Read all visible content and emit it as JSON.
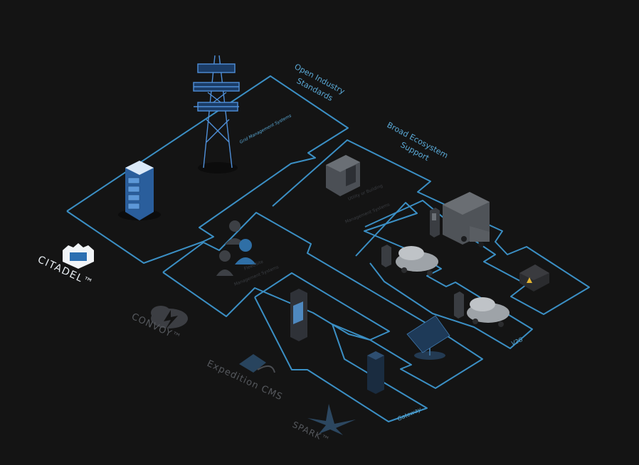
{
  "labels": {
    "open_standards_1": "Open Industry",
    "open_standards_2": "Standards",
    "broad_ecosystem_1": "Broad Ecosystem",
    "broad_ecosystem_2": "Support",
    "grid_mgmt": "Grid Management Systems",
    "utility_1": "Utility or Building",
    "utility_2": "Management Systems",
    "fleet_1": "Fleet/Site",
    "fleet_2": "Management Systems",
    "v2g": "V2G",
    "gateway": "Gateway"
  },
  "brands": {
    "citadel": "CITADEL™",
    "convoy": "CONVOY™",
    "expedition": "Expedition CMS",
    "spark": "SPARK™"
  },
  "colors": {
    "background": "#141414",
    "accent": "#3b8fc4",
    "text_blue": "#5aa9d6",
    "dim": "#3a3d42"
  },
  "icons": [
    "transmission-tower-icon",
    "server-rack-icon",
    "citadel-shield-icon",
    "utility-cabinet-icon",
    "people-icon",
    "ev-charger-icon",
    "truck-icon",
    "car-icon",
    "battery-icon",
    "solar-panel-icon",
    "charging-pillar-icon",
    "gateway-cabinet-icon",
    "cloud-bolt-icon",
    "plug-icon",
    "spark-star-icon"
  ]
}
